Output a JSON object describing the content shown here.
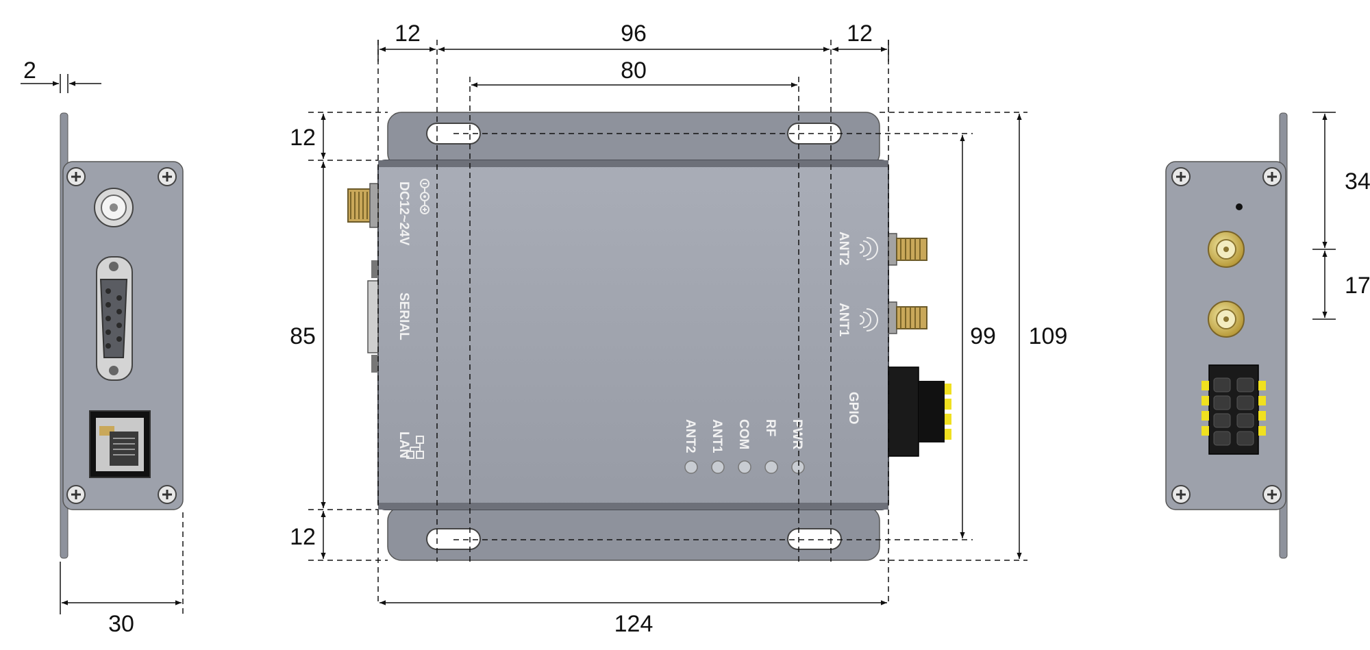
{
  "dimensions": {
    "flange_thickness": "2",
    "left_width": "30",
    "mount_edge_left": "12",
    "mount_span": "96",
    "mount_edge_right": "12",
    "slot_span": "80",
    "flange_top": "12",
    "body_height": "85",
    "flange_bottom": "12",
    "overall_width": "124",
    "slot_height": "99",
    "overall_height": "109",
    "ant_offset": "34",
    "ant_pitch": "17"
  },
  "labels": {
    "power": "DC12~24V",
    "serial": "SERIAL",
    "lan": "LAN",
    "ant2": "ANT2",
    "ant1": "ANT1",
    "gpio": "GPIO",
    "leds": [
      "ANT2",
      "ANT1",
      "COM",
      "RF",
      "PWR"
    ]
  },
  "colors": {
    "housing": "#9da1ab",
    "flange": "#8e929c",
    "dim_line": "#111111",
    "connector_gold": "#c9a85a",
    "terminal_yellow": "#f0e020"
  },
  "icons": {
    "power": "dc-polarity-icon",
    "antenna": "wifi-signal-icon",
    "lan": "network-icon",
    "screw": "screw-icon"
  }
}
